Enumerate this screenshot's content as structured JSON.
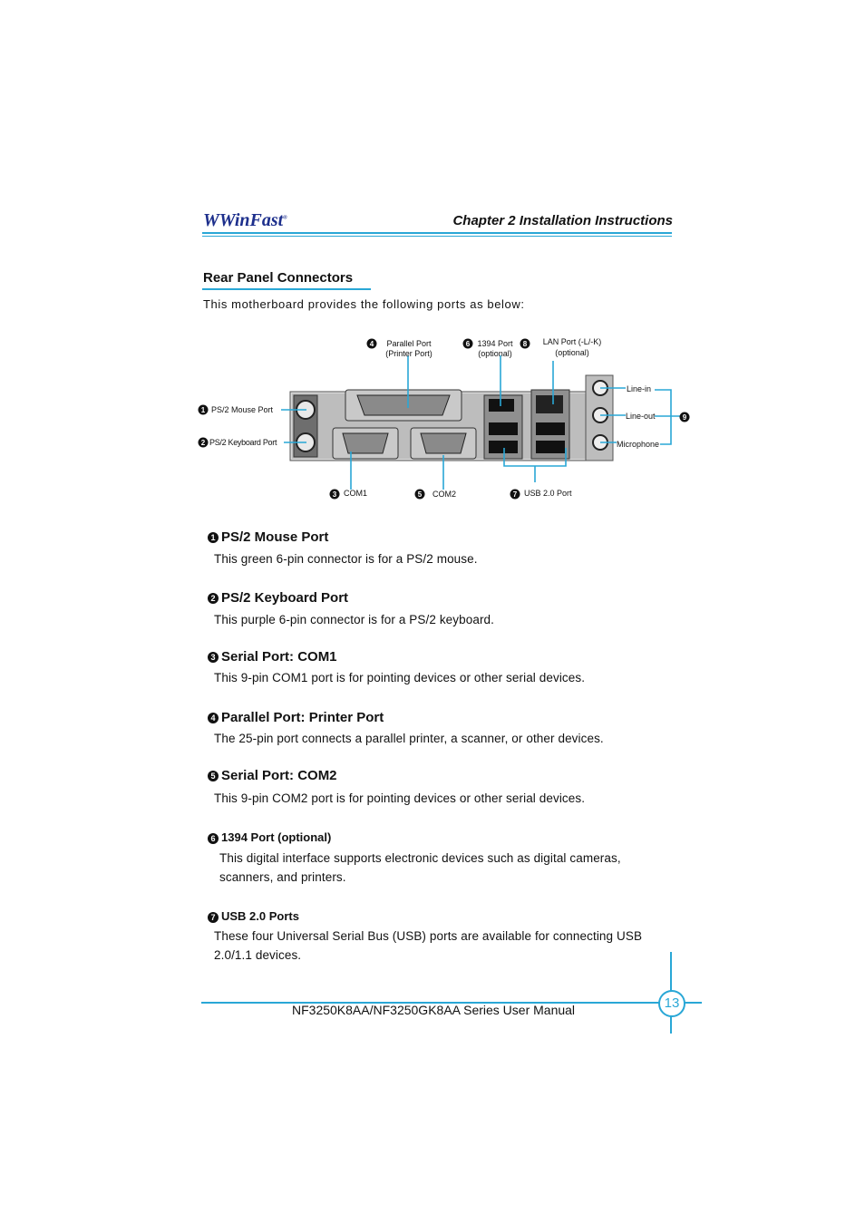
{
  "header": {
    "logo_text": "WinFast",
    "logo_mark": "W",
    "logo_sup": "®",
    "chapter": "Chapter 2  Installation Instructions"
  },
  "section": {
    "title": "Rear Panel Connectors",
    "intro": "This motherboard provides the following ports as below:"
  },
  "diagram": {
    "labels": {
      "ps2_mouse": "PS/2 Mouse Port",
      "ps2_keyboard": "PS/2 Keyboard Port",
      "com1": "COM1",
      "parallel_1": "Parallel Port",
      "parallel_2": "(Printer Port)",
      "com2": "COM2",
      "p1394_1": "1394 Port",
      "p1394_2": "(optional)",
      "lan_1": "LAN Port (-L/-K)",
      "lan_2": "(optional)",
      "usb": "USB 2.0 Port",
      "line_in": "Line-in",
      "line_out": "Line-out",
      "microphone": "Microphone"
    },
    "numbers": [
      "1",
      "2",
      "3",
      "4",
      "5",
      "6",
      "7",
      "8",
      "9"
    ]
  },
  "items": [
    {
      "num": "1",
      "title": "PS/2 Mouse Port",
      "desc": "This green 6-pin connector is for a PS/2 mouse."
    },
    {
      "num": "2",
      "title": "PS/2 Keyboard Port",
      "desc": "This purple 6-pin connector is for a PS/2 keyboard."
    },
    {
      "num": "3",
      "title": "Serial Port: COM1",
      "desc": "This 9-pin COM1 port is for pointing devices or other serial devices."
    },
    {
      "num": "4",
      "title": "Parallel Port: Printer Port",
      "desc": "The 25-pin port connects a parallel printer, a scanner, or other devices."
    },
    {
      "num": "5",
      "title": "Serial Port: COM2",
      "desc": "This 9-pin COM2 port is for pointing devices or other serial devices."
    },
    {
      "num": "6",
      "title": "1394 Port (optional)",
      "desc": "This digital interface supports electronic devices such as digital cameras, scanners, and printers."
    },
    {
      "num": "7",
      "title": "USB 2.0 Ports",
      "desc": "These four Universal Serial Bus (USB) ports are available for connecting USB 2.0/1.1 devices."
    }
  ],
  "footer": {
    "text": "NF3250K8AA/NF3250GK8AA Series User Manual",
    "page": "13"
  },
  "colors": {
    "accent": "#29a7d6",
    "logo": "#1d2f8c",
    "panel": "#8c8c8c"
  }
}
